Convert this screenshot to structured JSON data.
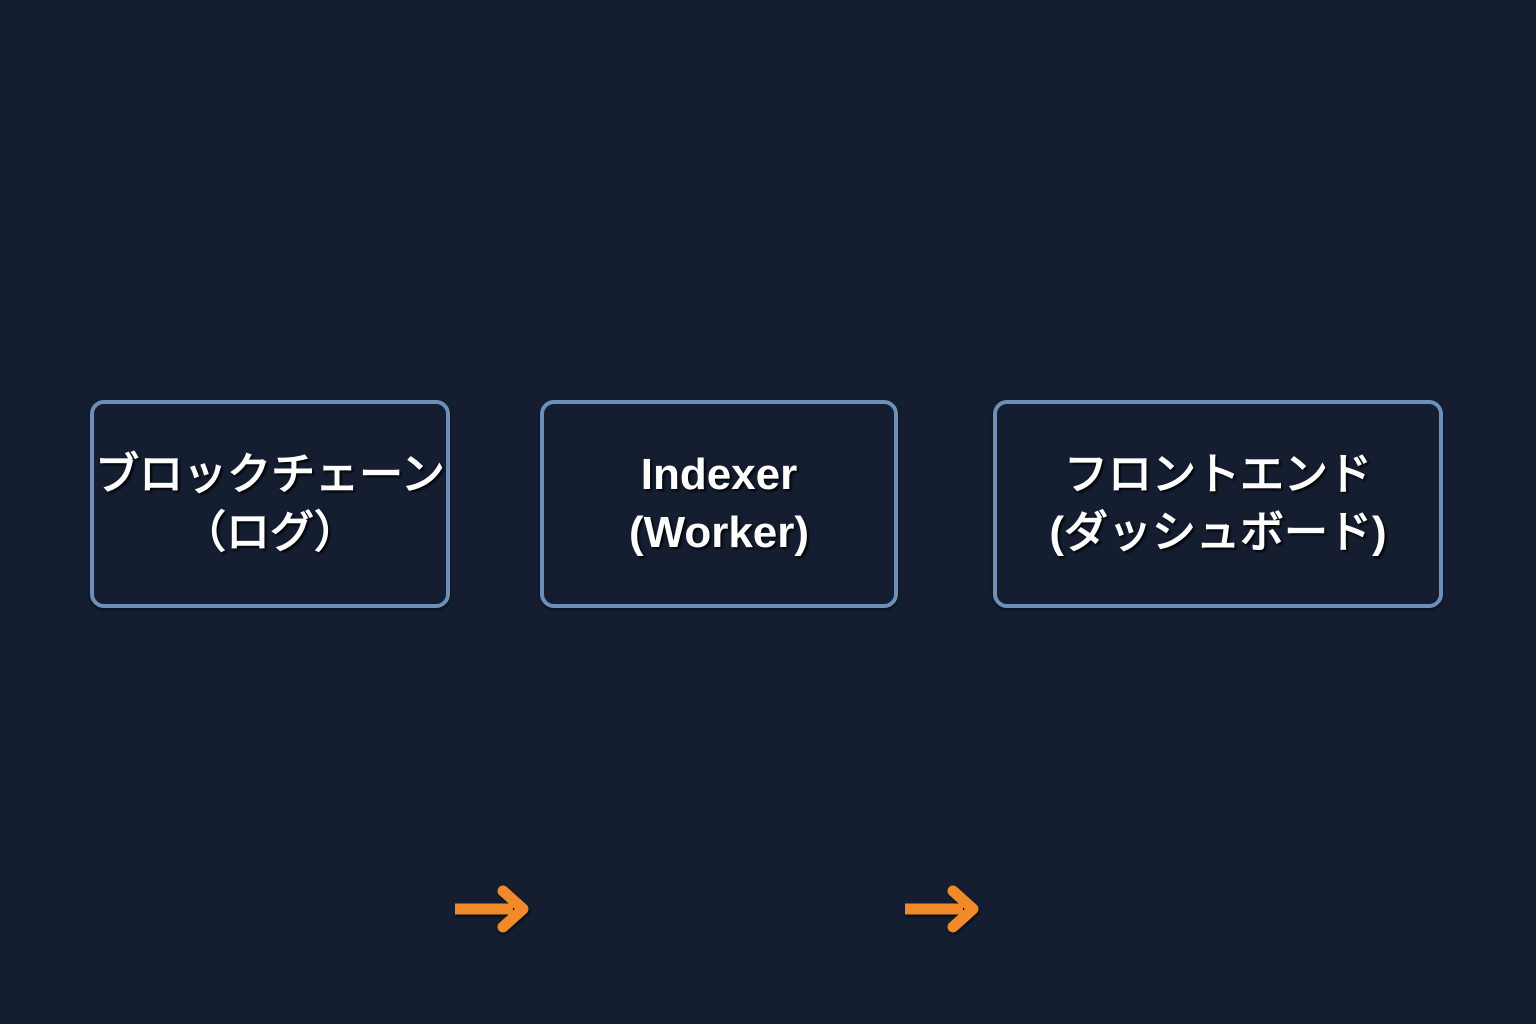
{
  "diagram": {
    "type": "flow",
    "direction": "left-to-right",
    "background_color": "#141e30",
    "node_border_color": "#6d8fb8",
    "node_text_color": "#fdfdfd",
    "arrow_color": "#f08a2a",
    "nodes": [
      {
        "id": "blockchain",
        "line1": "ブロックチェーン",
        "line2": "（ログ）"
      },
      {
        "id": "indexer",
        "line1": "Indexer",
        "line2": "(Worker)"
      },
      {
        "id": "frontend",
        "line1": "フロントエンド",
        "line2": "(ダッシュボード)"
      }
    ],
    "edges": [
      {
        "id": "edge-1",
        "from": "blockchain",
        "to": "indexer",
        "label": ""
      },
      {
        "id": "edge-2",
        "from": "indexer",
        "to": "frontend",
        "label": ""
      }
    ]
  }
}
